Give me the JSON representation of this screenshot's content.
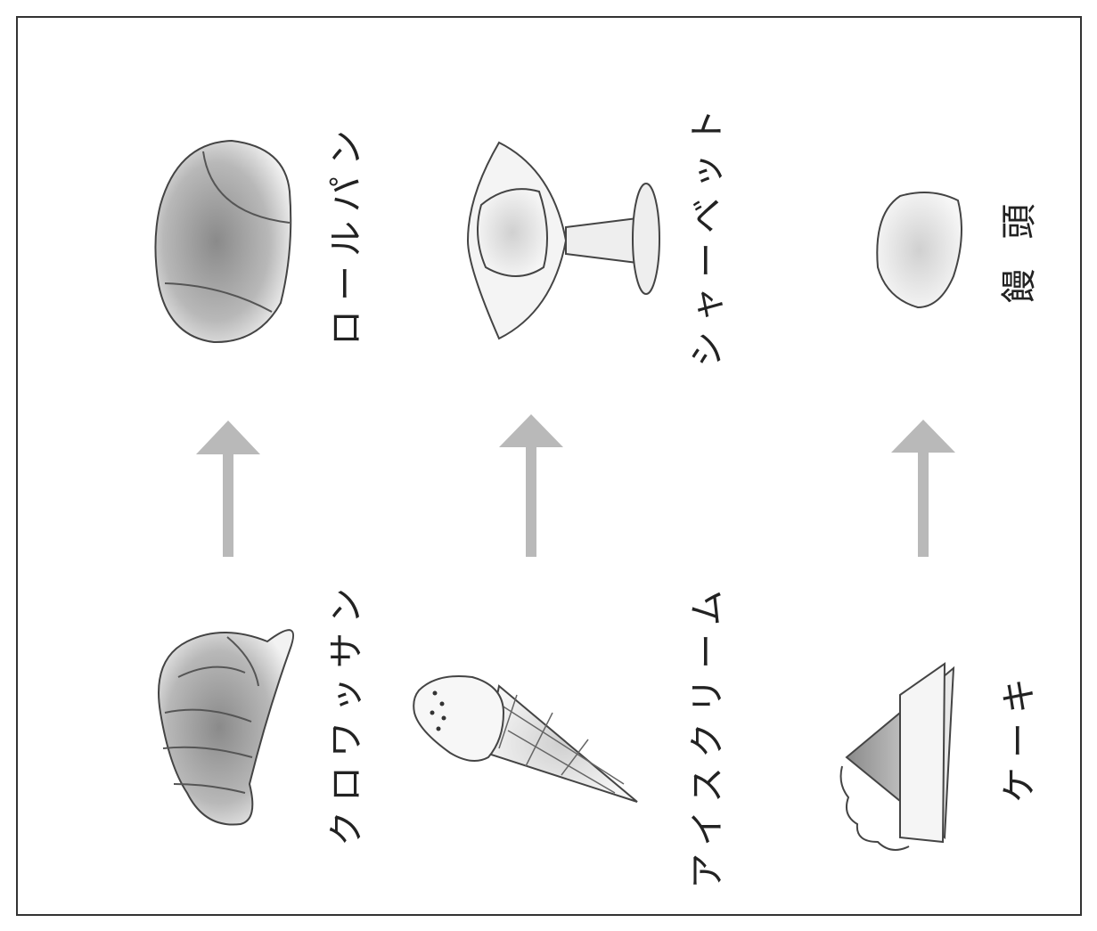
{
  "items": [
    {
      "from": "クロワッサン",
      "to": "ロールパン"
    },
    {
      "from": "アイスクリーム",
      "to": "シャーベット"
    },
    {
      "from": "ケーキ",
      "to": "饅 頭"
    }
  ],
  "colors": {
    "arrow": "#b9b9b9",
    "frame": "#333333",
    "shade_dark": "#777777",
    "shade_light": "#f2f2f2"
  }
}
